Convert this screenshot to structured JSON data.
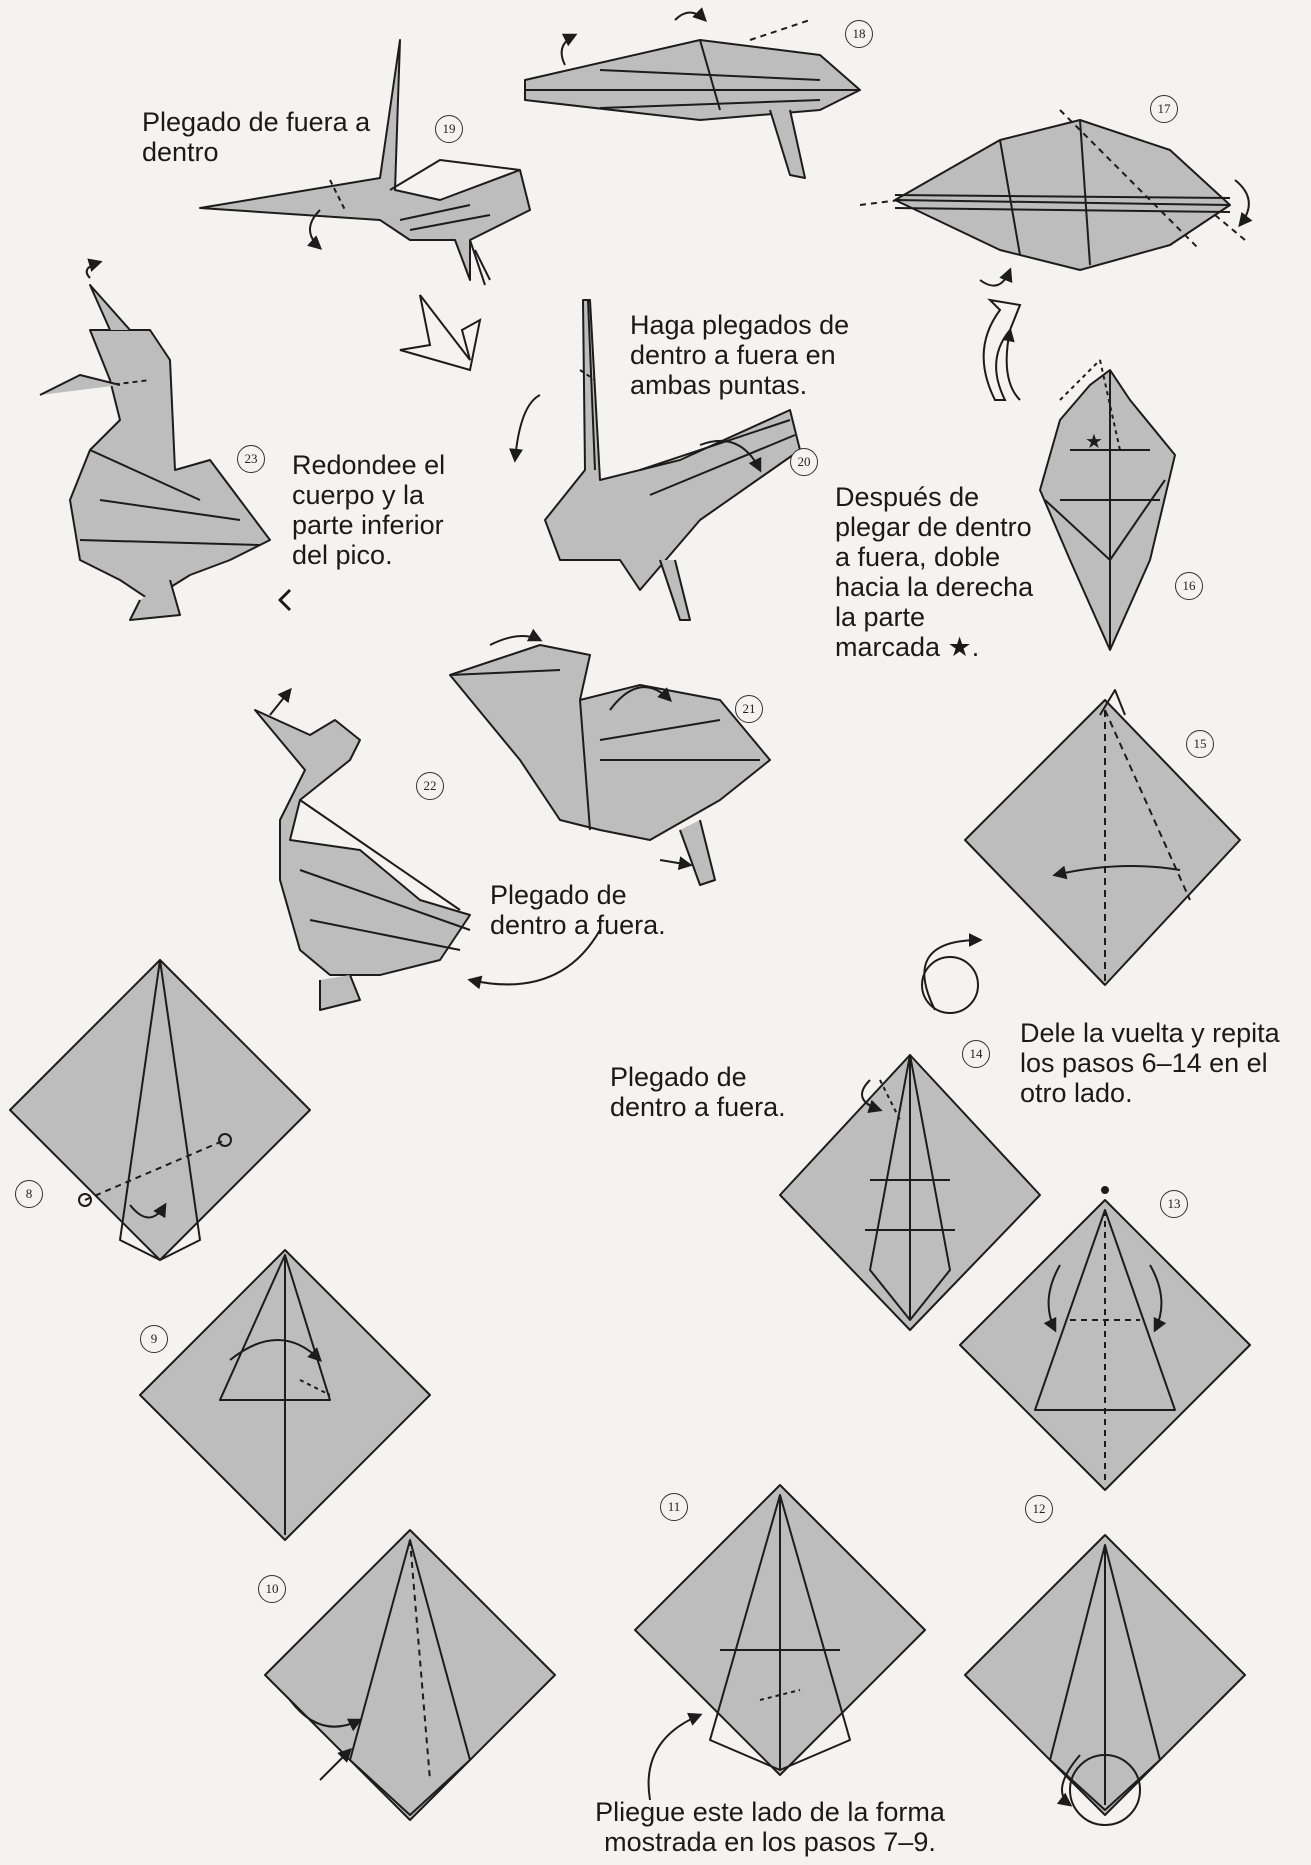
{
  "instructions": {
    "s19": "Plegado de fuera a dentro",
    "s20": "Haga plegados de dentro a fuera en ambas puntas.",
    "s23": "Redondee el cuerpo y la parte inferior del pico.",
    "s16": "Después de plegar de dentro a fuera, doble hacia la derecha la parte marcada ★.",
    "s22": "Plegado de dentro a fuera.",
    "s14_turn": "Dele la vuelta y repita los pasos 6–14 en el otro lado.",
    "s14_sink": "Plegado de dentro a fuera.",
    "s11": "Pliegue este lado de la forma mostrada en los pasos 7–9."
  },
  "steps": [
    "8",
    "9",
    "10",
    "11",
    "12",
    "13",
    "14",
    "15",
    "16",
    "17",
    "18",
    "19",
    "20",
    "21",
    "22",
    "23"
  ],
  "colors": {
    "paper": "#bdbdbd",
    "line": "#1c1c1c",
    "background": "#f4f3ef"
  }
}
